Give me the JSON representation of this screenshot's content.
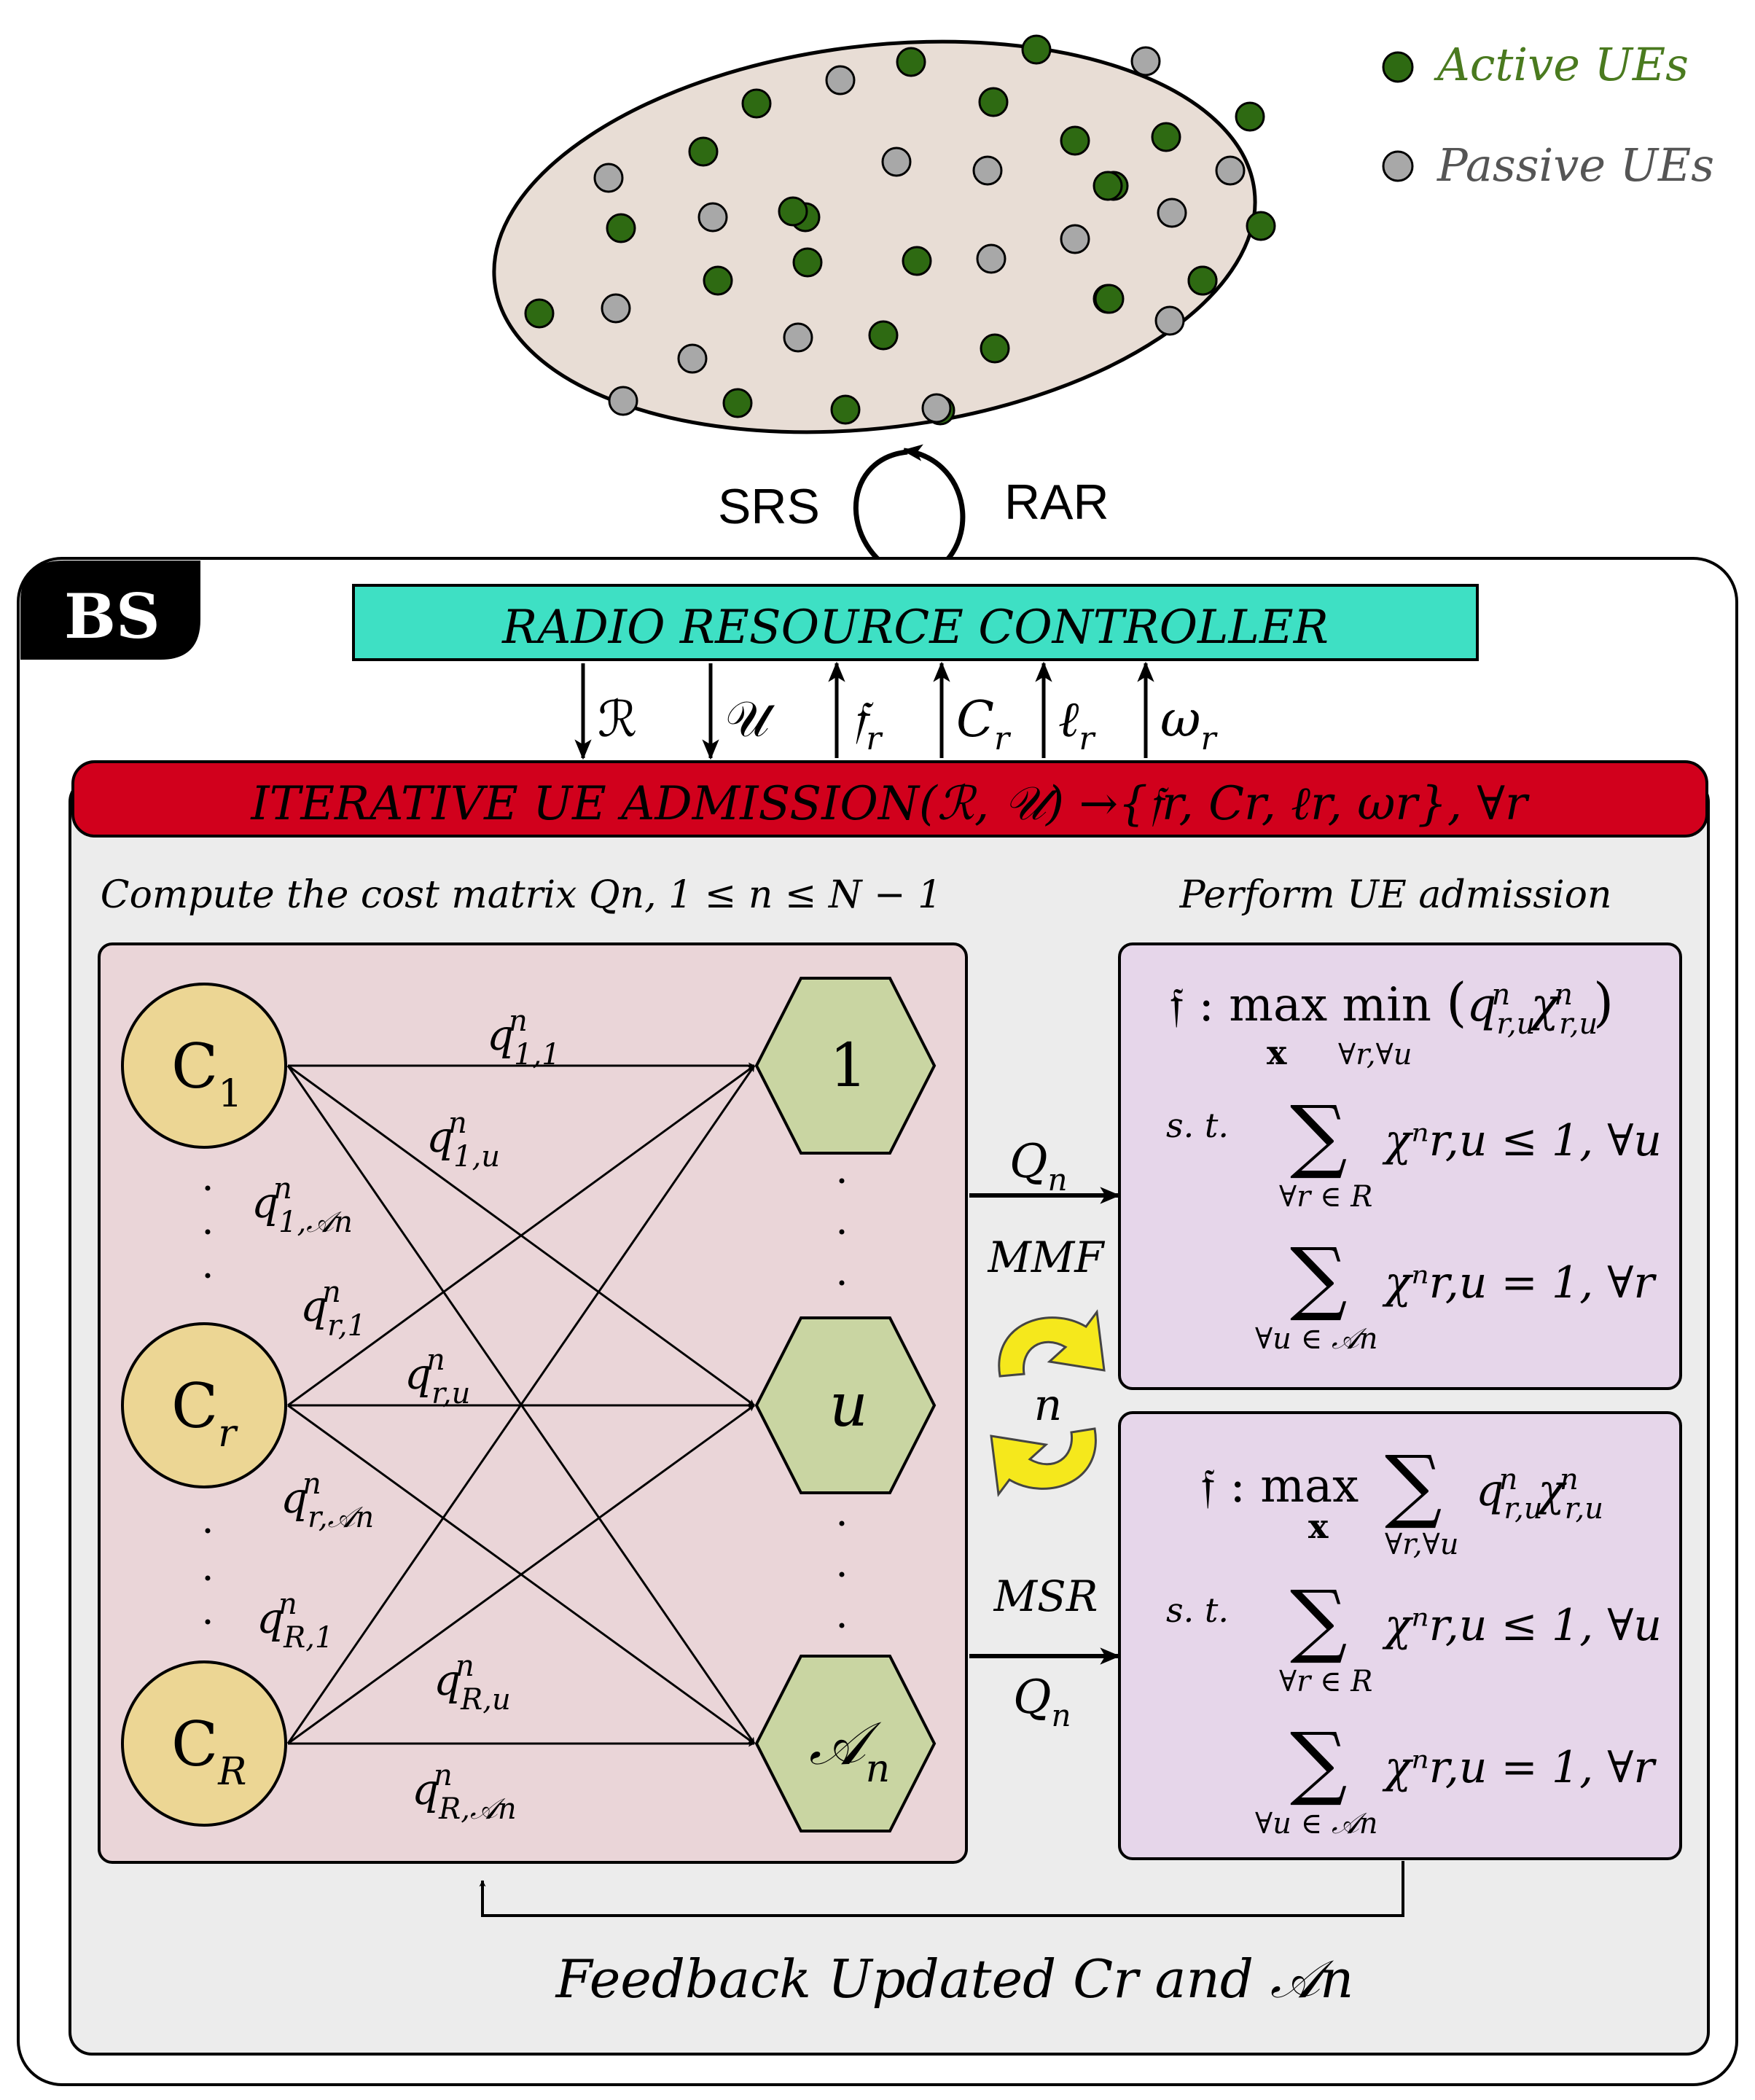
{
  "legend": {
    "active": {
      "label": "Active UEs",
      "color": "#2e6a12",
      "text_color": "#4a7a1f"
    },
    "passive": {
      "label": "Passive UEs",
      "color": "#a8a8a8",
      "text_color": "#555555"
    }
  },
  "signals": {
    "left": "SRS",
    "right": "RAR"
  },
  "bs_label": "BS",
  "rrc": {
    "title": "RADIO RESOURCE CONTROLLER",
    "fill": "#3ee0c4"
  },
  "rrc_arrows": [
    {
      "label": "ℛ",
      "dir": "down"
    },
    {
      "label": "𝒰",
      "dir": "down"
    },
    {
      "label": "𝔣",
      "sub": "r",
      "dir": "up"
    },
    {
      "label": "C",
      "sub": "r",
      "dir": "up"
    },
    {
      "label": "ℓ",
      "sub": "r",
      "dir": "up"
    },
    {
      "label": "ω",
      "sub": "r",
      "dir": "up"
    }
  ],
  "admission_bar": {
    "title": "ITERATIVE UE ADMISSION(ℛ, 𝒰)  →{𝔣r, Cr, ℓr, ωr}, ∀r",
    "fill": "#d1001c"
  },
  "cost_panel": {
    "caption": "Compute the cost matrix Qn,  1 ≤ n ≤ N − 1",
    "clusters": [
      {
        "label": "C",
        "sub": "1"
      },
      {
        "label": "C",
        "sub": "r"
      },
      {
        "label": "C",
        "sub": "R"
      }
    ],
    "ues": [
      {
        "label": "1"
      },
      {
        "label": "u"
      },
      {
        "label": "𝒜",
        "sub": "n"
      }
    ],
    "edge_labels": [
      {
        "q": "q",
        "sup": "n",
        "sub": "1,1"
      },
      {
        "q": "q",
        "sup": "n",
        "sub": "1,u"
      },
      {
        "q": "q",
        "sup": "n",
        "sub": "1,𝒜n"
      },
      {
        "q": "q",
        "sup": "n",
        "sub": "r,1"
      },
      {
        "q": "q",
        "sup": "n",
        "sub": "r,u"
      },
      {
        "q": "q",
        "sup": "n",
        "sub": "r,𝒜n"
      },
      {
        "q": "q",
        "sup": "n",
        "sub": "R,1"
      },
      {
        "q": "q",
        "sup": "n",
        "sub": "R,u"
      },
      {
        "q": "q",
        "sup": "n",
        "sub": "R,𝒜n"
      }
    ]
  },
  "admission_panel": {
    "caption": "Perform UE admission",
    "mmf": {
      "tag": "MMF",
      "matrix": "Qn",
      "objective": "𝔣 : max min (qⁿr,u χⁿr,u)",
      "obj_under": [
        "x",
        "∀r,∀u"
      ],
      "st": "s. t.",
      "c1": "χⁿr,u ≤ 1, ∀u",
      "c1_under": "∀r ∈ R",
      "c2": "χⁿr,u = 1, ∀r",
      "c2_under": "∀u ∈ 𝒜n"
    },
    "msr": {
      "tag": "MSR",
      "matrix": "Qn",
      "objective": "𝔣 :  max  Σ qⁿr,u χⁿr,u",
      "obj_under": [
        "x",
        "∀r,∀u"
      ],
      "st": "s. t.",
      "c1": "χⁿr,u ≤ 1, ∀u",
      "c1_under": "∀r ∈ R",
      "c2": "χⁿr,u = 1, ∀r",
      "c2_under": "∀u ∈ 𝒜n"
    },
    "loop_label": "n"
  },
  "feedback": "Feedback Updated Cr  and 𝒜n",
  "colors": {
    "ellipse_fill": "#e8ddd5",
    "cost_fill": "#ead5d8",
    "admission_fill": "#e6d6ea",
    "cluster_fill": "#ecd694",
    "ue_fill": "#c9d5a2",
    "inner_fill": "#ececec",
    "loop_fill": "#f5e81c"
  }
}
